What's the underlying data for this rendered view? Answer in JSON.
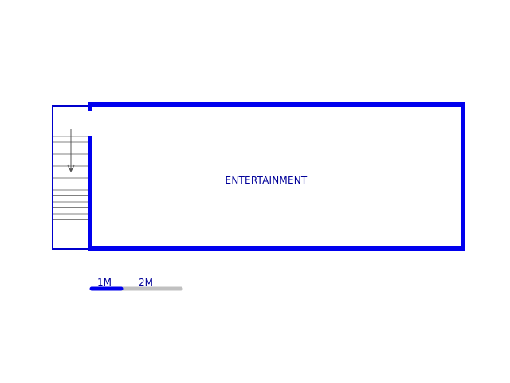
{
  "plan": {
    "rooms": [
      {
        "label": "ENTERTAINMENT"
      }
    ],
    "scale_bar": {
      "labels": [
        "1M",
        "2M"
      ]
    },
    "colors": {
      "wall": "#0000ee",
      "outline": "#0000cc",
      "text": "#000099",
      "scale_secondary": "#c0c0c0",
      "stair_lines": "#808080"
    }
  }
}
